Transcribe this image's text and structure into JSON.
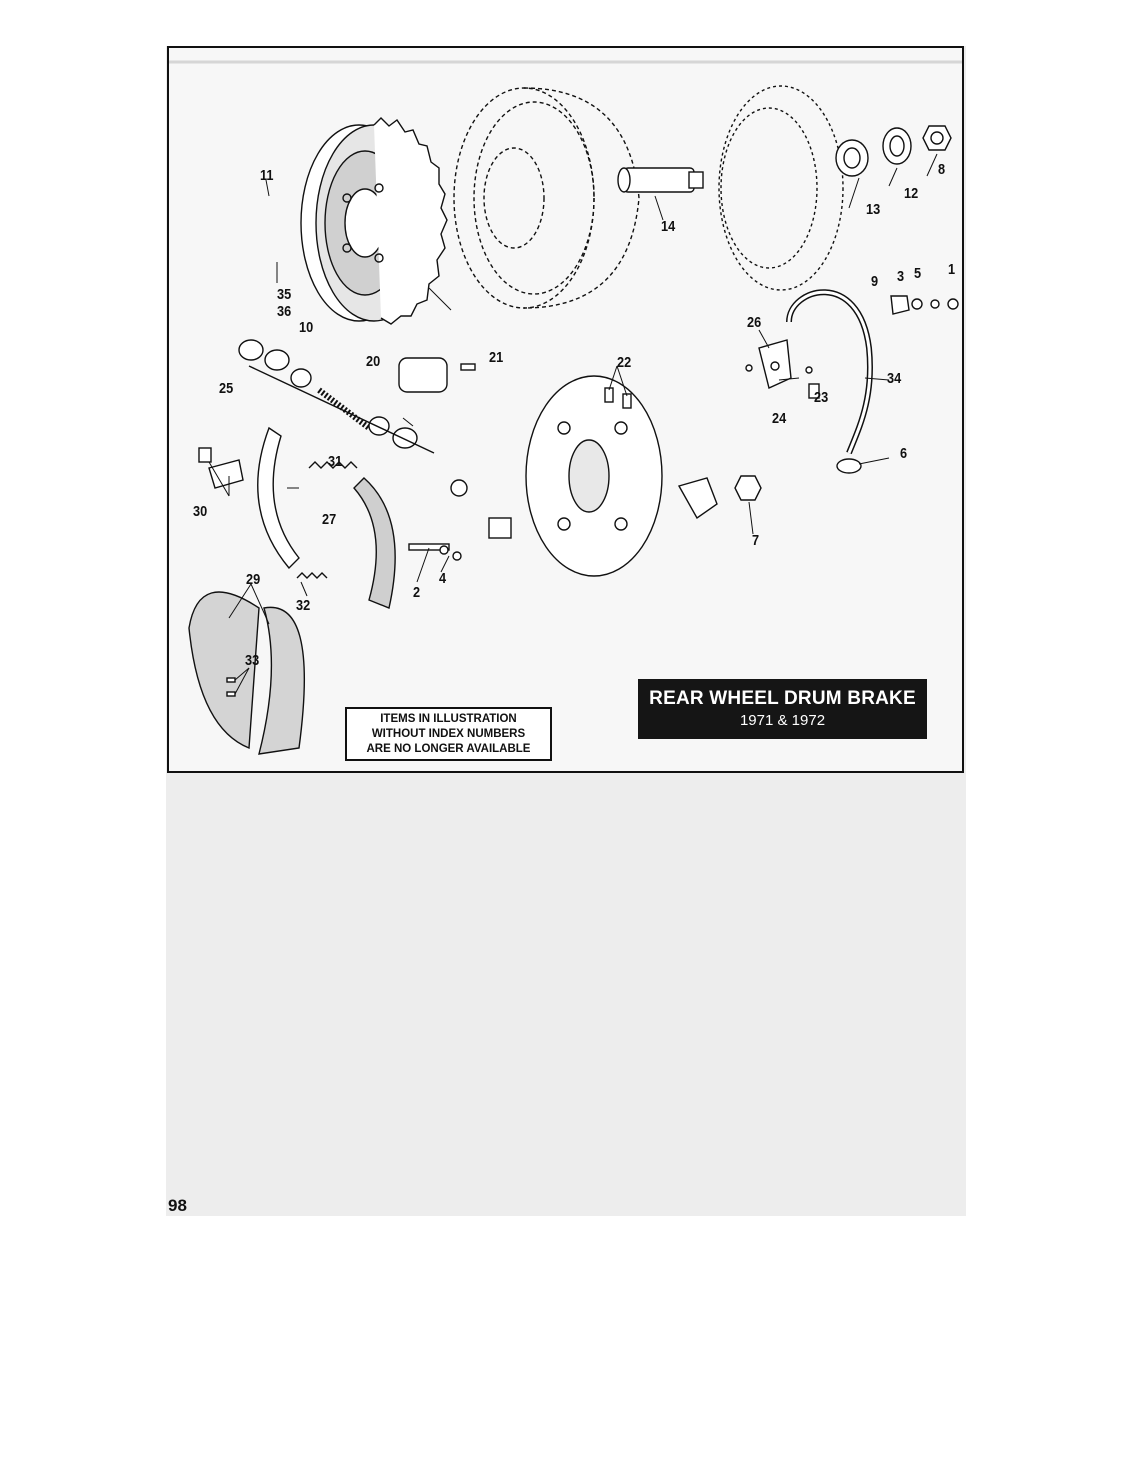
{
  "title": {
    "line1": "REAR WHEEL DRUM BRAKE",
    "line2": "1971 & 1972"
  },
  "notice": {
    "line1": "ITEMS IN ILLUSTRATION",
    "line2": "WITHOUT INDEX NUMBERS",
    "line3": "ARE NO LONGER AVAILABLE"
  },
  "page_number": "98",
  "callouts": {
    "c1": "1",
    "c2": "2",
    "c3": "3",
    "c4": "4",
    "c5": "5",
    "c6": "6",
    "c7": "7",
    "c8": "8",
    "c9": "9",
    "c10": "10",
    "c11": "11",
    "c12": "12",
    "c13": "13",
    "c14": "14",
    "c20": "20",
    "c21": "21",
    "c22": "22",
    "c23": "23",
    "c24": "24",
    "c25": "25",
    "c26": "26",
    "c27": "27",
    "c29": "29",
    "c30": "30",
    "c31": "31",
    "c32": "32",
    "c33": "33",
    "c34": "34",
    "c35": "35",
    "c36": "36"
  }
}
